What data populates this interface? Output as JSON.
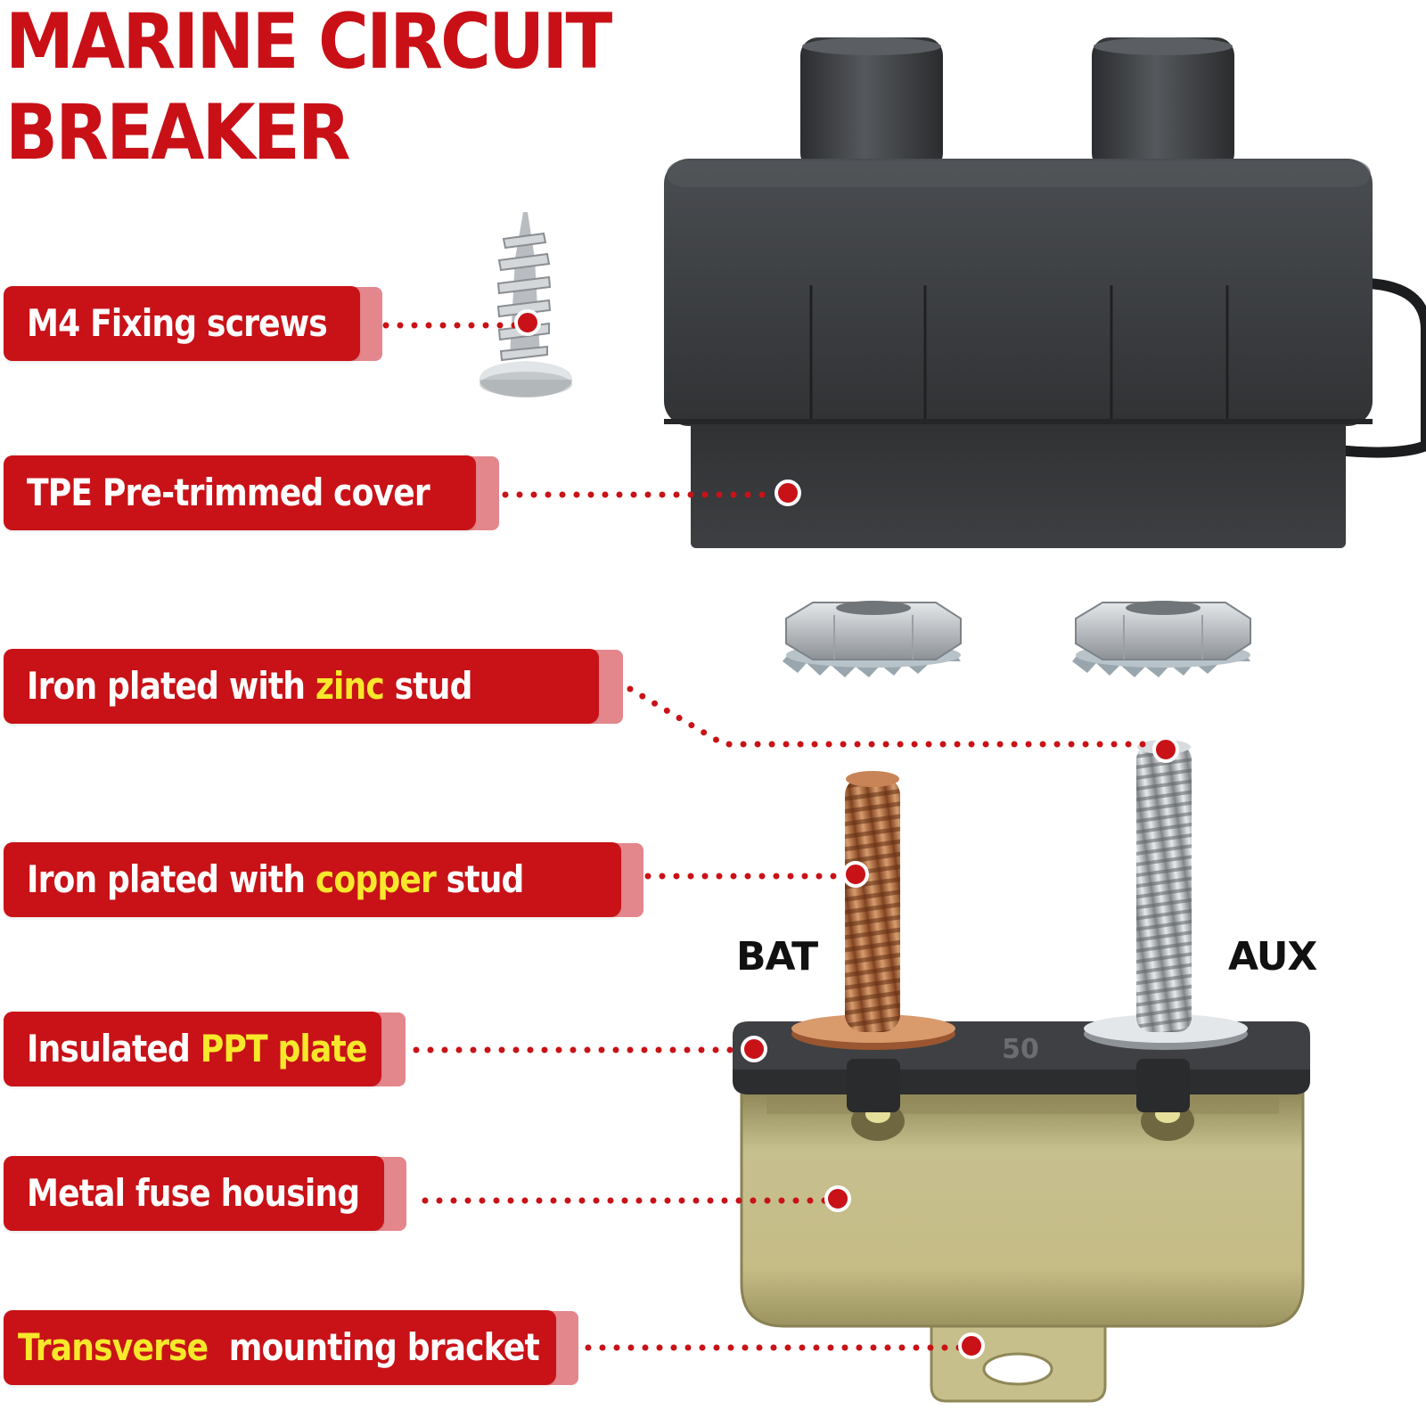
{
  "title": {
    "line1": "MARINE CIRCUIT",
    "line2": "BREAKER"
  },
  "callouts": [
    {
      "parts": [
        {
          "text": "M4 Fixing screws"
        }
      ]
    },
    {
      "parts": [
        {
          "text": "TPE Pre-trimmed cover"
        }
      ]
    },
    {
      "parts": [
        {
          "text": "Iron plated with "
        },
        {
          "text": "zinc",
          "hl": true
        },
        {
          "text": " stud"
        }
      ]
    },
    {
      "parts": [
        {
          "text": "Iron plated with "
        },
        {
          "text": "copper",
          "hl": true
        },
        {
          "text": " stud"
        }
      ]
    },
    {
      "parts": [
        {
          "text": "Insulated "
        },
        {
          "text": "PPT plate",
          "hl": true
        }
      ]
    },
    {
      "parts": [
        {
          "text": "Metal fuse housing"
        }
      ]
    },
    {
      "parts": [
        {
          "text": "Transverse",
          "hl": true
        },
        {
          "text": "  mounting bracket"
        }
      ]
    }
  ],
  "terminals": {
    "left": "BAT",
    "right": "AUX"
  },
  "plate_marking": "50",
  "colors": {
    "brand_red": "#c81217",
    "highlight_yellow": "#f7e82b",
    "tag_shadow": "#e3878c",
    "cover_dark": "#3a3c3f",
    "housing_gold": "#b9b07a",
    "copper": "#b0663a",
    "zinc": "#b8bcc0"
  }
}
